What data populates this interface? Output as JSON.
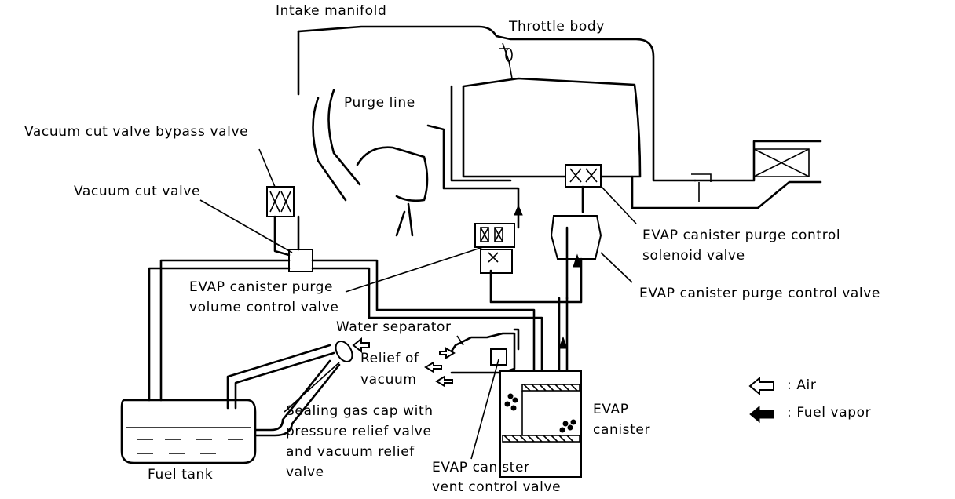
{
  "labels": {
    "intake_manifold": "Intake manifold",
    "throttle_body": "Throttle body",
    "purge_line": "Purge line",
    "vacuum_cut_valve_bypass_valve": "Vacuum cut valve bypass valve",
    "vacuum_cut_valve": "Vacuum cut valve",
    "purge_volume_control_valve": [
      "EVAP canister purge",
      "volume control valve"
    ],
    "purge_control_solenoid_valve": [
      "EVAP canister purge control",
      "solenoid valve"
    ],
    "purge_control_valve": "EVAP canister purge control valve",
    "water_separator": "Water separator",
    "relief_of_vacuum": [
      "Relief of",
      "vacuum"
    ],
    "evap_canister": [
      "EVAP",
      "canister"
    ],
    "sealing_gas_cap": [
      "Sealing gas cap with",
      "pressure relief valve",
      "and vacuum relief",
      "valve"
    ],
    "fuel_tank": "Fuel tank",
    "vent_control_valve": [
      "EVAP canister",
      "vent control valve"
    ]
  },
  "legend": {
    "air": ": Air",
    "fuel_vapor": ": Fuel vapor",
    "air_icon": "hollow-arrow-icon",
    "fuel_vapor_icon": "solid-arrow-icon"
  }
}
